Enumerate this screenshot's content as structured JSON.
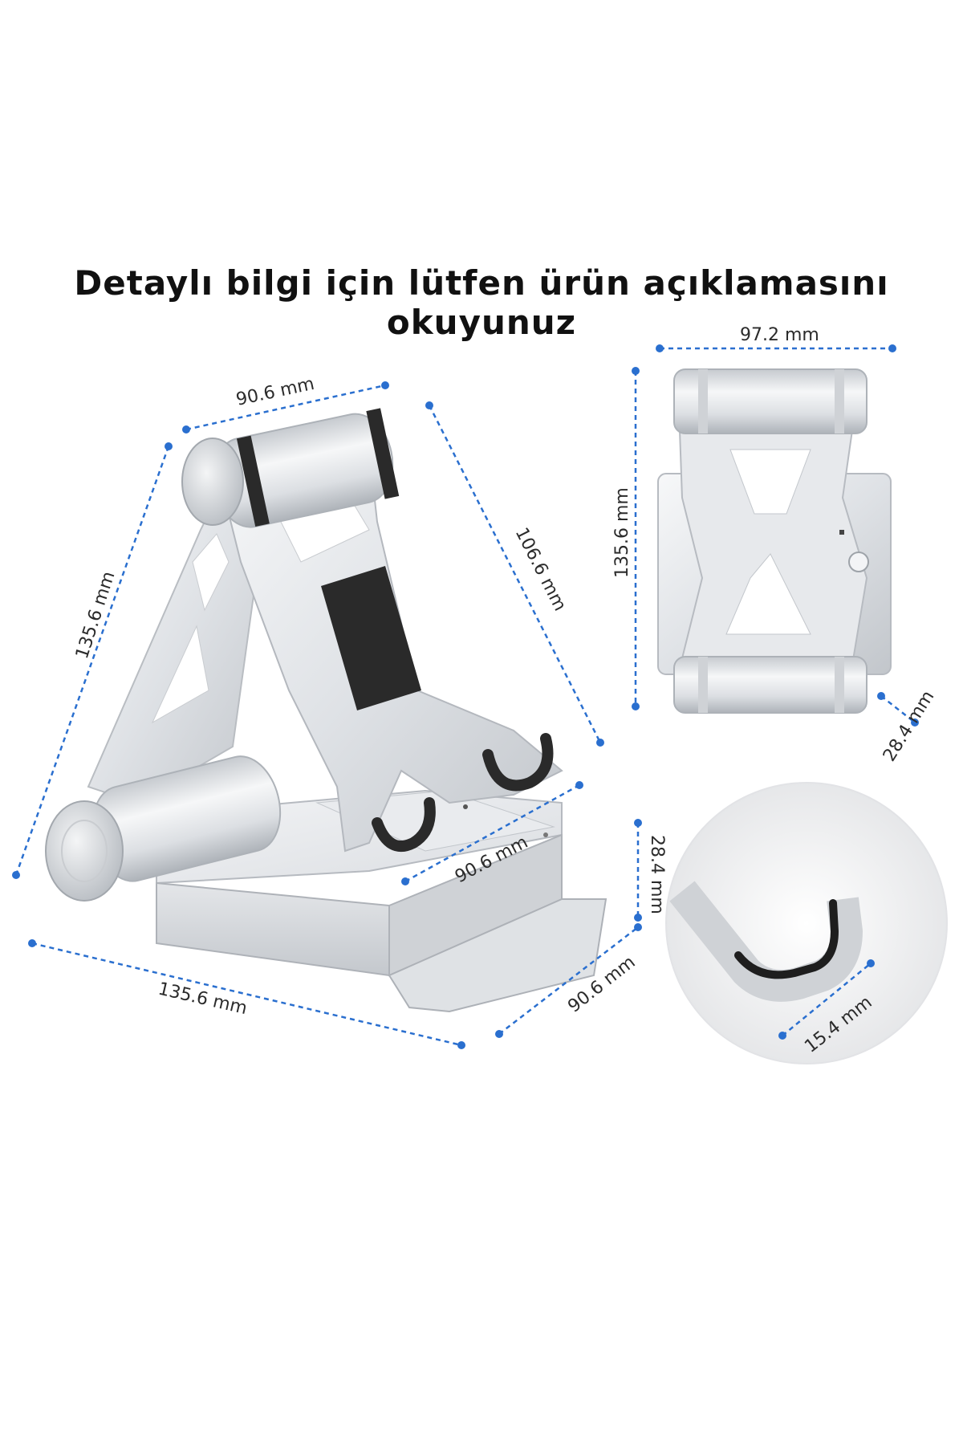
{
  "headline": "Detaylı bilgi için lütfen ürün açıklamasını okuyunuz",
  "colors": {
    "dimension_line": "#2a6fcf",
    "aluminum_light": "#f1f2f4",
    "aluminum_mid": "#d3d6da",
    "aluminum_dark": "#a9aeb4",
    "pad": "#2a2a2a"
  },
  "dimensions": {
    "main_top_width": "90.6 mm",
    "main_height": "135.6 mm",
    "main_arm_length": "106.6 mm",
    "main_base_front_width": "90.6 mm",
    "main_base_length": "135.6 mm",
    "main_base_depth": "90.6 mm",
    "main_base_height": "28.4 mm",
    "folded_width": "97.2 mm",
    "folded_height": "135.6 mm",
    "folded_thickness": "28.4 mm",
    "hook_depth": "15.4 mm"
  }
}
